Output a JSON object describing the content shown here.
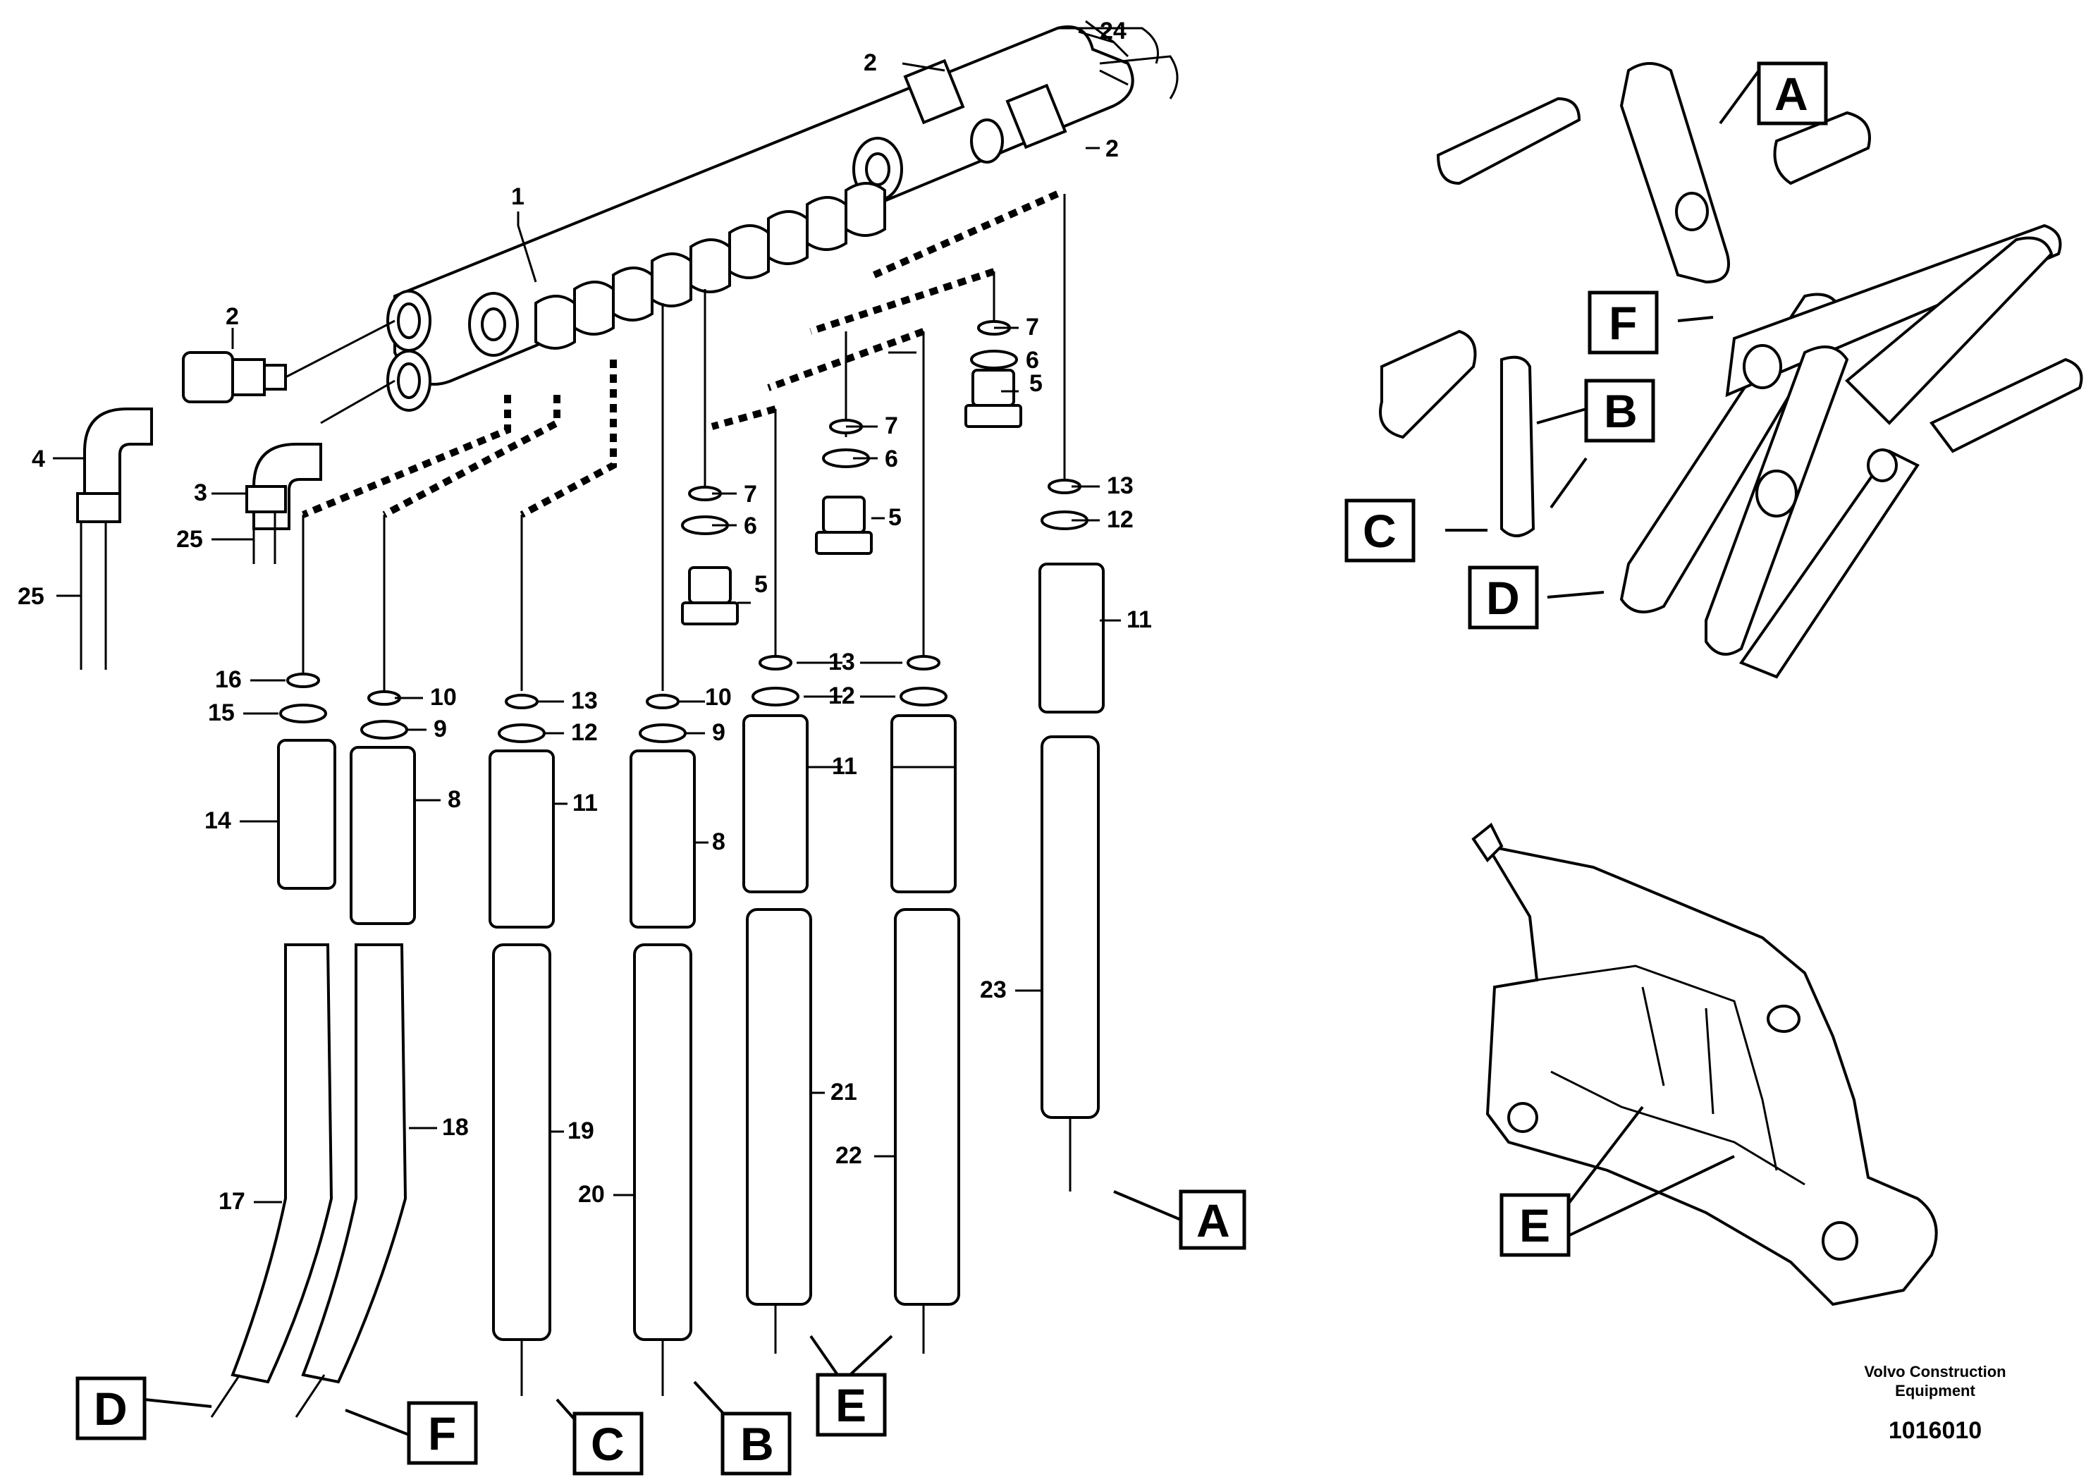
{
  "part_numbers": {
    "p1": "1",
    "p2": "2",
    "p3": "3",
    "p4": "4",
    "p5": "5",
    "p6": "6",
    "p7": "7",
    "p8": "8",
    "p9": "9",
    "p10": "10",
    "p11": "11",
    "p12": "12",
    "p13": "13",
    "p14": "14",
    "p15": "15",
    "p16": "16",
    "p17": "17",
    "p18": "18",
    "p19": "19",
    "p20": "20",
    "p21": "21",
    "p22": "22",
    "p23": "23",
    "p24": "24",
    "p25": "25"
  },
  "connection_letters": {
    "a": "A",
    "b": "B",
    "c": "C",
    "d": "D",
    "e": "E",
    "f": "F"
  },
  "footer": {
    "company_line1": "Volvo Construction",
    "company_line2": "Equipment",
    "document_number": "1016010"
  }
}
